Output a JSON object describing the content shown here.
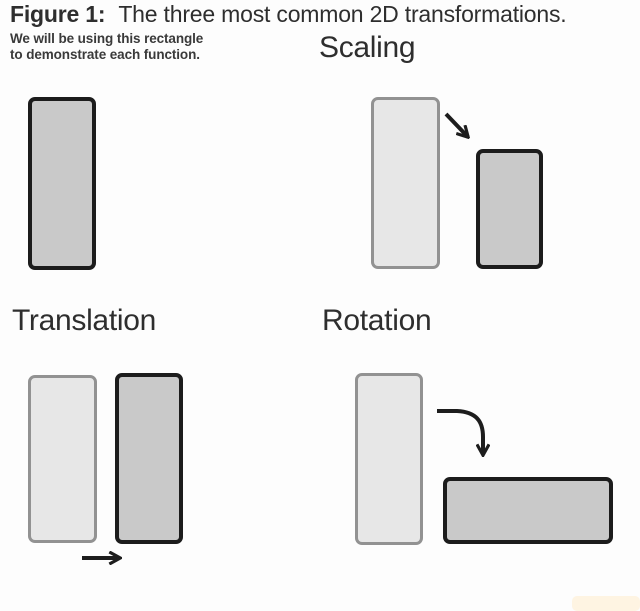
{
  "header": {
    "figure_label": "Figure 1:",
    "caption": "The three most common 2D transformations."
  },
  "intro": {
    "line1": "We will be using this rectangle",
    "line2": "to demonstrate each function."
  },
  "sections": {
    "scaling": {
      "label": "Scaling"
    },
    "translation": {
      "label": "Translation"
    },
    "rotation": {
      "label": "Rotation"
    }
  },
  "icons": {
    "scaling_arrow": "arrow-down-right",
    "translation_arrow": "arrow-right",
    "rotation_arrow": "arrow-curved-down"
  },
  "colors": {
    "canvas-bg": "#fdfdfd",
    "text": "#2e2e2e",
    "intro-text": "#3a3a3a",
    "rect-dark-fill": "#c9c9c9",
    "rect-dark-border": "#1c1c1c",
    "rect-light-fill": "#e7e7e7",
    "rect-light-border": "#929292",
    "arrow": "#1d1d1d",
    "watermark": "rgba(255,225,175,0.35)"
  }
}
